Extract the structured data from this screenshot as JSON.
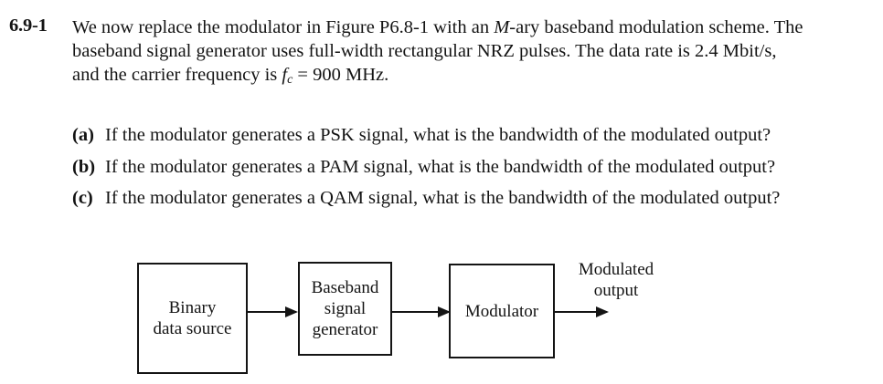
{
  "problem": {
    "number": "6.9-1",
    "lines": [
      "We now replace the modulator in Figure P6.8-1 with an ",
      "baseband signal generator uses full-width rectangular NRZ pulses. The data rate is 2.4 Mbit/s,",
      "and the carrier frequency is "
    ],
    "line1_italic": "M",
    "line1_rest": "-ary baseband modulation scheme. The",
    "carrier_symbol": "f",
    "carrier_subscript": "c",
    "carrier_value": " = 900 MHz."
  },
  "parts": [
    {
      "label": "(a)",
      "text": "If the modulator generates a PSK signal, what is the bandwidth of the modulated output?"
    },
    {
      "label": "(b)",
      "text": "If the modulator generates a PAM signal, what is the bandwidth of the modulated output?"
    },
    {
      "label": "(c)",
      "text": "If the modulator generates a QAM signal, what is the bandwidth of the modulated output?"
    }
  ],
  "diagram": {
    "blocks": {
      "source": "Binary\ndata source",
      "baseband": "Baseband\nsignal\ngenerator",
      "modulator": "Modulator"
    },
    "output_label": "Modulated\noutput"
  }
}
